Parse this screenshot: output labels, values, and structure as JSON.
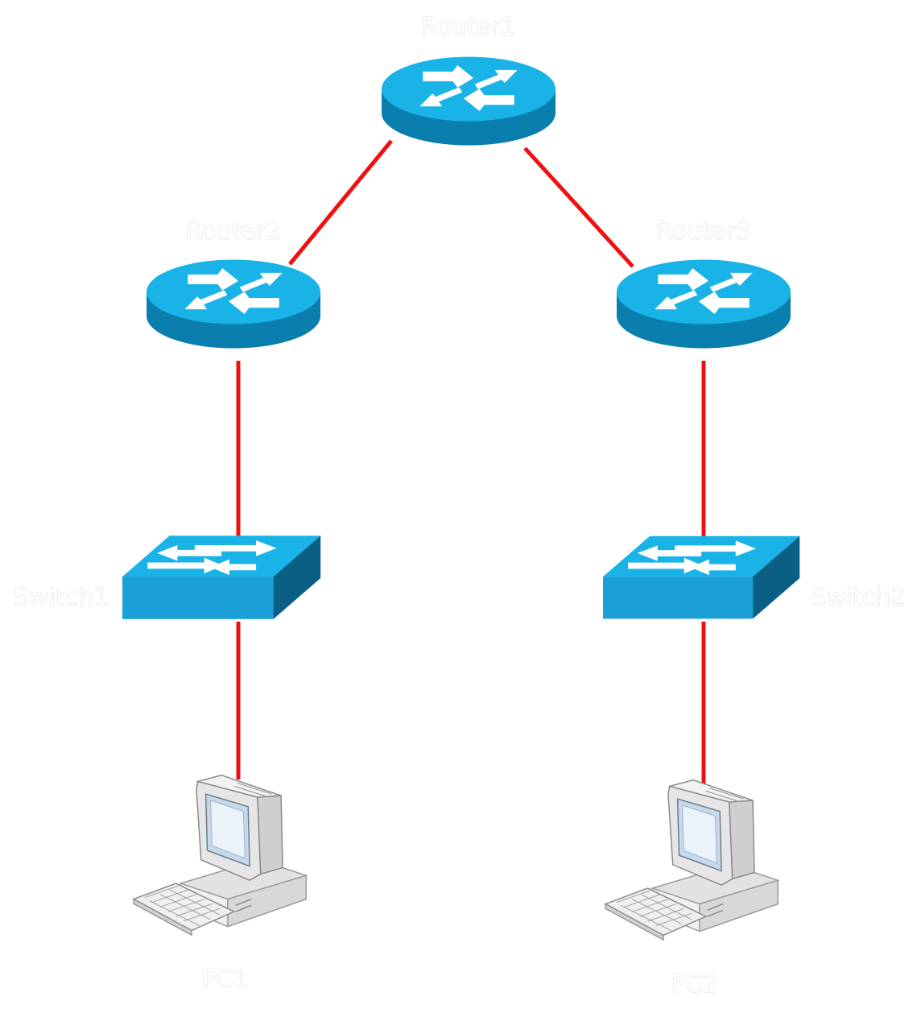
{
  "nodes": {
    "router1": {
      "label": "Router1",
      "type": "router-icon"
    },
    "router2": {
      "label": "Router2",
      "type": "router-icon"
    },
    "router3": {
      "label": "Router3",
      "type": "router-icon"
    },
    "switch1": {
      "label": "Switch1",
      "type": "switch-icon"
    },
    "switch2": {
      "label": "Switch2",
      "type": "switch-icon"
    },
    "pc1": {
      "label": "PC1",
      "type": "pc-icon"
    },
    "pc2": {
      "label": "PC2",
      "type": "pc-icon"
    }
  },
  "links": [
    {
      "from": "router1",
      "to": "router2"
    },
    {
      "from": "router1",
      "to": "router3"
    },
    {
      "from": "router2",
      "to": "switch1"
    },
    {
      "from": "router3",
      "to": "switch2"
    },
    {
      "from": "switch1",
      "to": "pc1"
    },
    {
      "from": "switch2",
      "to": "pc2"
    }
  ],
  "colors": {
    "link": "#ee1111",
    "router_top": "#1ab3e8",
    "router_side": "#0a7fae",
    "switch_top": "#1ab3e8",
    "switch_front": "#1a9fd6",
    "switch_side": "#0a5f85"
  }
}
